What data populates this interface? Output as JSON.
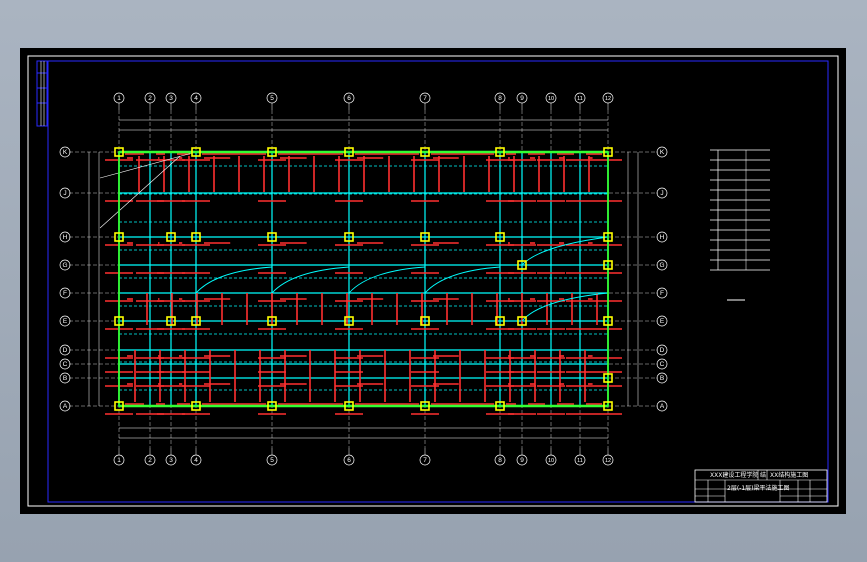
{
  "colors": {
    "background": "#a6b0bd",
    "sheet": "#000000",
    "border": "#2a2aff",
    "grid": "#ffffff",
    "beam": "#00ffff",
    "rebar": "#ff3030",
    "column": "#ffff00",
    "wall": "#33ff33"
  },
  "axes": {
    "columns": [
      "1",
      "2",
      "3",
      "4",
      "5",
      "6",
      "7",
      "8",
      "9",
      "10",
      "11",
      "12"
    ],
    "rows": [
      "K",
      "J",
      "H",
      "G",
      "F",
      "E",
      "D",
      "C",
      "B",
      "A"
    ]
  },
  "title_block": {
    "school": "XXX建设工程学院",
    "sheet_no": "结",
    "drawing_title": "XX结构施工图",
    "plan_title": "2层(-1层)梁平法施工图"
  }
}
